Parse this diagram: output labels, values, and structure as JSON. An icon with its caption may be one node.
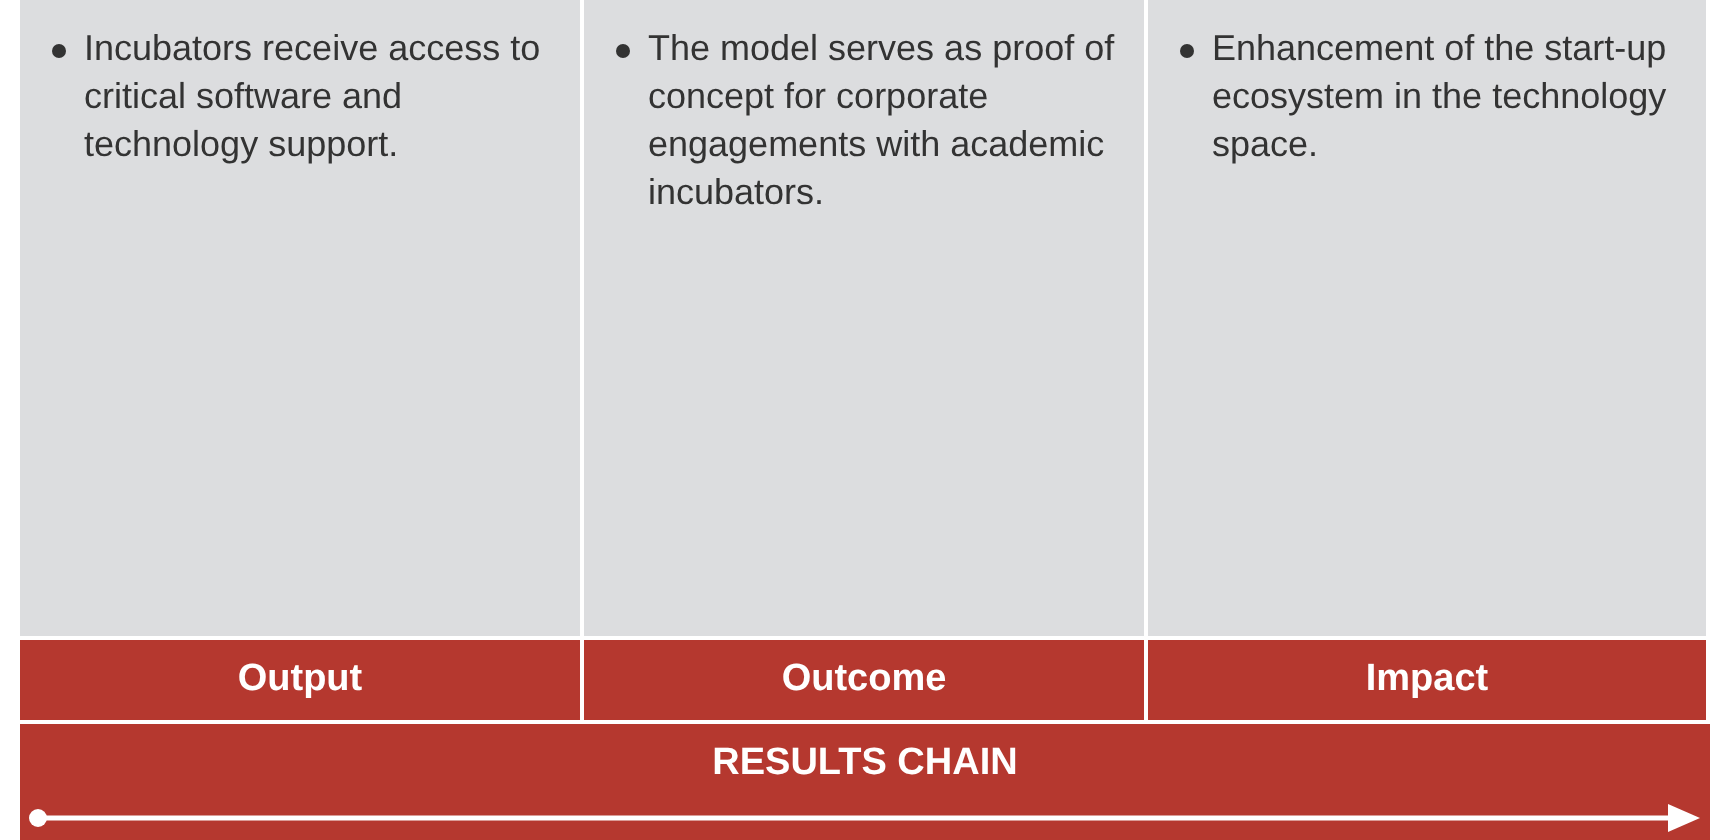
{
  "diagram": {
    "nodes": [
      {
        "text": [
          "Incubators receive access to critical software and technology support."
        ]
      },
      {
        "text": [
          "The model serves as proof of concept for corporate engagements with academic incubators."
        ]
      },
      {
        "text": [
          "Enhancement of the start-up ecosystem in the technology space."
        ]
      },
      {
        "text": [
          "Output"
        ]
      },
      {
        "text": [
          "Outcome"
        ]
      },
      {
        "text": [
          "Impact"
        ]
      },
      {
        "text": [
          "RESULTS CHAIN"
        ]
      }
    ]
  }
}
